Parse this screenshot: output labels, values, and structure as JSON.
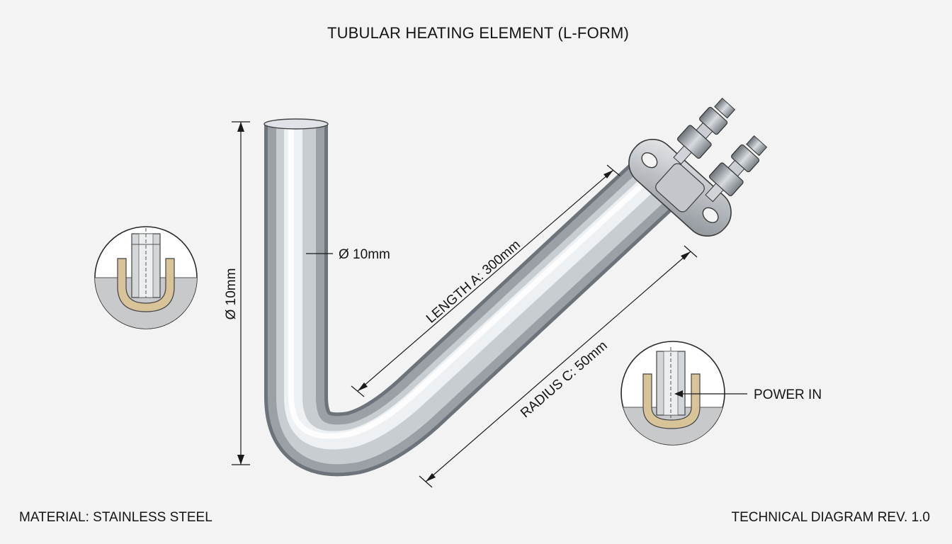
{
  "diagram": {
    "title": "TUBULAR HEATING ELEMENT (L-FORM)",
    "labels": {
      "diameter_tube": "Ø 10mm",
      "diameter_vertical": "Ø 10mm",
      "length_a": "LENGTH A: 300mm",
      "radius_c": "RADIUS C: 50mm",
      "power_in": "POWER IN"
    },
    "footer": {
      "material": "MATERIAL: STAINLESS STEEL",
      "revision": "TECHNICAL DIAGRAM REV. 1.0"
    },
    "colors": {
      "background": "#f3f3f3",
      "steel_dark": "#8a8f95",
      "steel_light": "#f4f6f8",
      "insulation": "#d9c49a",
      "line": "#1a1a1a"
    }
  }
}
